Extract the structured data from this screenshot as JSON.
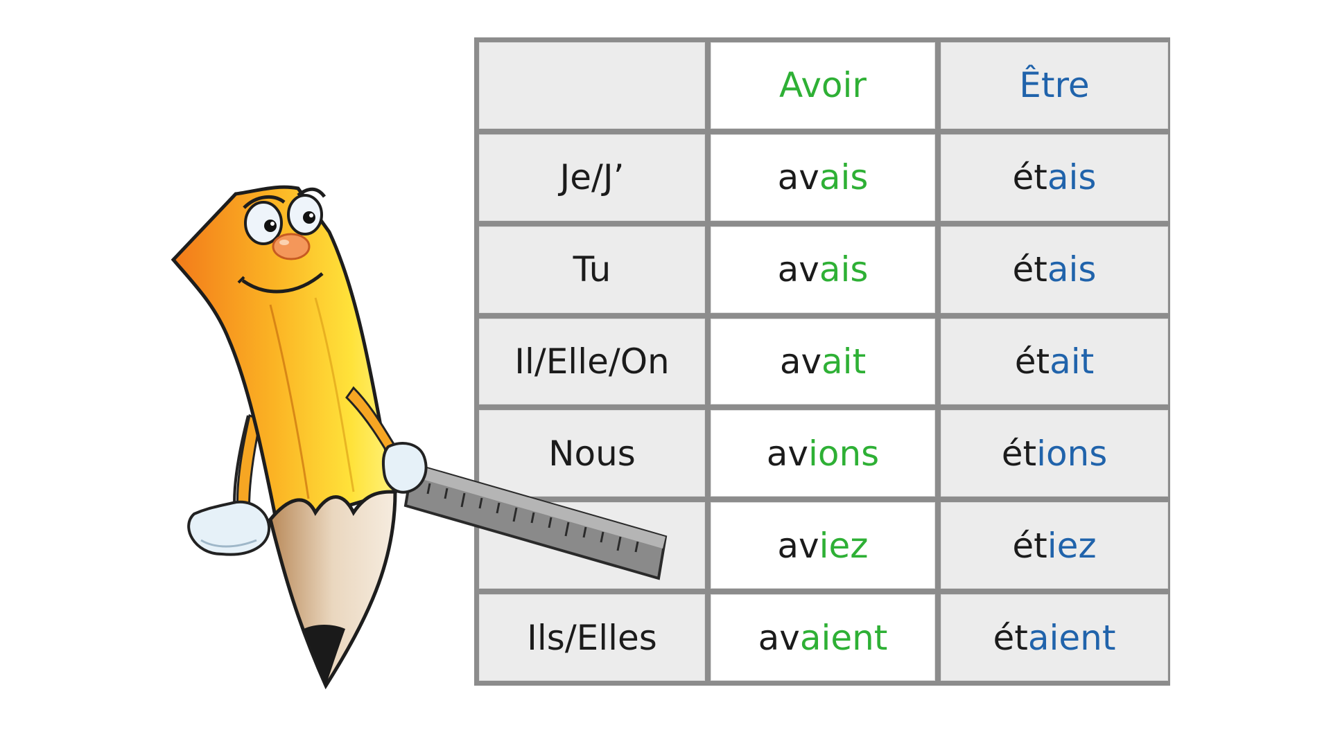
{
  "colors": {
    "avoir_accent": "#2eb035",
    "etre_accent": "#2063ab",
    "cell_gray": "#ececec",
    "cell_white": "#ffffff",
    "grid_line": "#8c8c8c"
  },
  "mascot": {
    "icon": "pencil-character-with-ruler-icon"
  },
  "table": {
    "header": {
      "corner": "",
      "avoir": "Avoir",
      "etre": "Être"
    },
    "rows": [
      {
        "pronoun": "Je/J’",
        "avoir": {
          "stem": "av",
          "ending": "ais"
        },
        "etre": {
          "stem": "ét",
          "ending": "ais"
        }
      },
      {
        "pronoun": "Tu",
        "avoir": {
          "stem": "av",
          "ending": "ais"
        },
        "etre": {
          "stem": "ét",
          "ending": "ais"
        }
      },
      {
        "pronoun": "Il/Elle/On",
        "avoir": {
          "stem": "av",
          "ending": "ait"
        },
        "etre": {
          "stem": "ét",
          "ending": "ait"
        }
      },
      {
        "pronoun": "Nous",
        "avoir": {
          "stem": "av",
          "ending": "ions"
        },
        "etre": {
          "stem": "ét",
          "ending": "ions"
        }
      },
      {
        "pronoun": "",
        "avoir": {
          "stem": "av",
          "ending": "iez"
        },
        "etre": {
          "stem": "ét",
          "ending": "iez"
        }
      },
      {
        "pronoun": "Ils/Elles",
        "avoir": {
          "stem": "av",
          "ending": "aient"
        },
        "etre": {
          "stem": "ét",
          "ending": "aient"
        }
      }
    ]
  }
}
